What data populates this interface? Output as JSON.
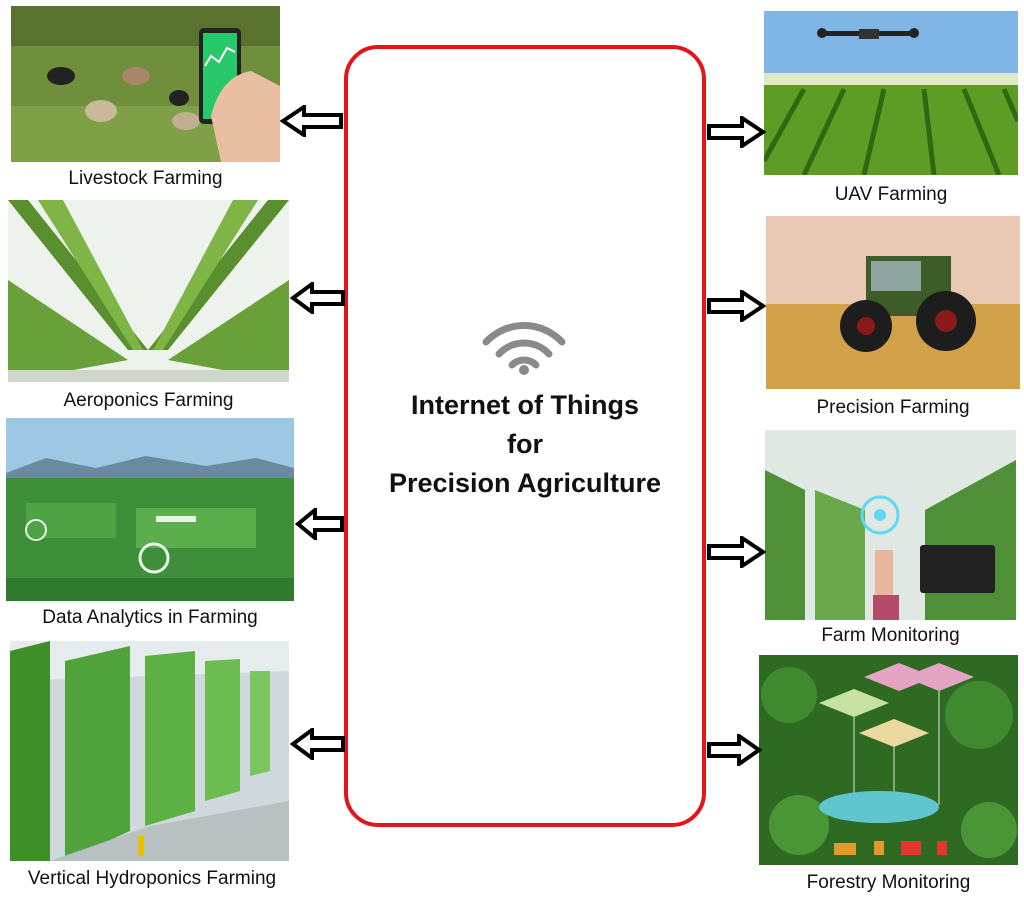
{
  "center": {
    "lines": [
      "Internet of Things",
      "for",
      "Precision Agriculture"
    ]
  },
  "left_panels": [
    {
      "caption": "Livestock Farming"
    },
    {
      "caption": "Aeroponics Farming"
    },
    {
      "caption": "Data Analytics in Farming"
    },
    {
      "caption": "Vertical Hydroponics Farming"
    }
  ],
  "right_panels": [
    {
      "caption": "UAV Farming"
    },
    {
      "caption": "Precision Farming"
    },
    {
      "caption": "Farm Monitoring"
    },
    {
      "caption": "Forestry Monitoring"
    }
  ],
  "colors": {
    "border": "#e3151a",
    "wifi": "#8a8a8a"
  }
}
